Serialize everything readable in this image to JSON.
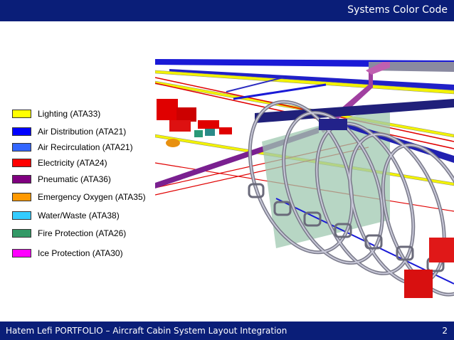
{
  "header": {
    "title": "Systems Color Code"
  },
  "legend": [
    {
      "label": "Lighting (ATA33)",
      "color": "#ffff00"
    },
    {
      "label": "Air Distribution (ATA21)",
      "color": "#0000ff"
    },
    {
      "label": "Air Recirculation (ATA21)",
      "color": "#3366ff"
    },
    {
      "label": "Electricity (ATA24)",
      "color": "#ff0000"
    },
    {
      "label": "Pneumatic (ATA36)",
      "color": "#800080"
    },
    {
      "label": "Emergency Oxygen (ATA35)",
      "color": "#ff9900"
    },
    {
      "label": "Water/Waste (ATA38)",
      "color": "#33ccff"
    },
    {
      "label": "Fire Protection (ATA26)",
      "color": "#339966"
    },
    {
      "label": "Ice Protection (ATA30)",
      "color": "#ff00ff"
    }
  ],
  "footer": {
    "text": "Hatem Lefi PORTFOLIO – Aircraft Cabin System Layout Integration",
    "page": "2"
  }
}
